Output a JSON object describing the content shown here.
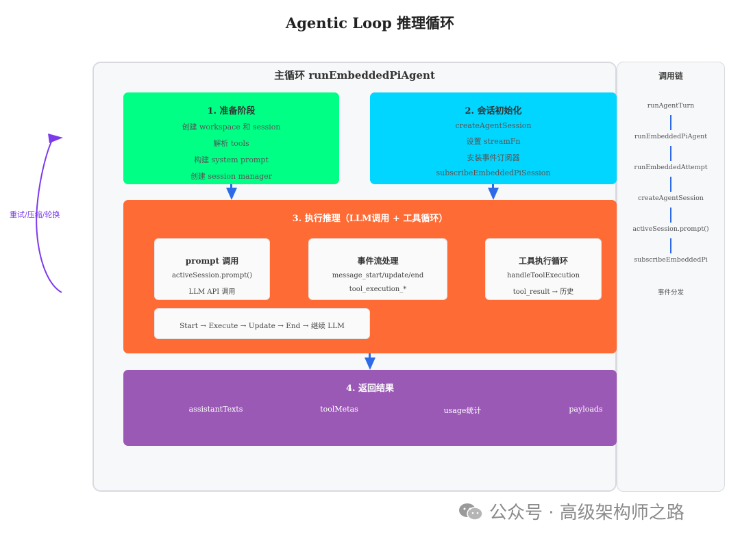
{
  "title": "Agentic Loop 推理循环",
  "outer_title": "主循环 runEmbeddedPiAgent",
  "phase1": {
    "title": "1. 准备阶段",
    "lines": [
      "创建 workspace 和 session",
      "解析 tools",
      "构建 system prompt",
      "创建 session manager"
    ]
  },
  "phase2": {
    "title": "2. 会话初始化",
    "lines": [
      "createAgentSession",
      "设置 streamFn",
      "安装事件订阅器",
      "subscribeEmbeddedPiSession"
    ]
  },
  "phase3": {
    "title": "3. 执行推理（LLM调用 + 工具循环）",
    "cards": [
      {
        "title": "prompt 调用",
        "lines": [
          "activeSession.prompt()",
          "LLM API 调用"
        ]
      },
      {
        "title": "事件流处理",
        "lines": [
          "message_start/update/end",
          "tool_execution_*"
        ]
      },
      {
        "title": "工具执行循环",
        "lines": [
          "handleToolExecution",
          "tool_result → 历史"
        ]
      }
    ],
    "flow": "Start → Execute → Update → End → 继续 LLM"
  },
  "phase4": {
    "title": "4. 返回结果",
    "items": [
      "assistantTexts",
      "toolMetas",
      "usage统计",
      "payloads"
    ]
  },
  "side": {
    "title": "调用链",
    "items": [
      "runAgentTurn",
      "runEmbeddedPiAgent",
      "runEmbeddedAttempt",
      "createAgentSession",
      "activeSession.prompt()",
      "subscribeEmbeddedPi",
      "事件分发"
    ]
  },
  "retry_label": "重试/压缩/轮换",
  "watermark": "公众号 · 高级架构师之路",
  "colors": {
    "phase1": "#00ff85",
    "phase2": "#00d6ff",
    "phase3": "#ff6b35",
    "phase4": "#9b59b6",
    "arrow": "#2d6ae8",
    "retry": "#7c3aed"
  }
}
